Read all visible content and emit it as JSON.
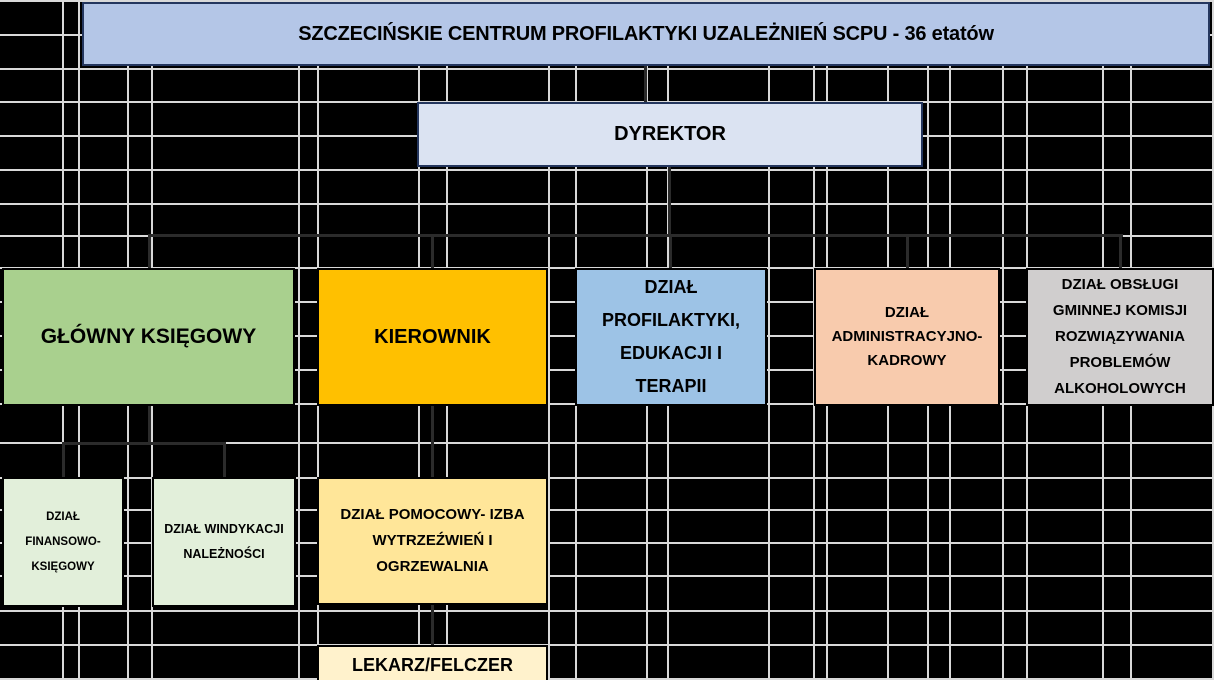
{
  "chart": {
    "root": {
      "label": "SZCZECIŃSKIE CENTRUM PROFILAKTYKI UZALEŻNIEŃ SCPU  - 36 etatów",
      "fill": "title_fill"
    },
    "director": {
      "label": "DYREKTOR",
      "fill": "director_fill"
    },
    "level2": [
      {
        "label": "GŁÓWNY KSIĘGOWY",
        "fill": "green"
      },
      {
        "label": "KIEROWNIK",
        "fill": "orange"
      },
      {
        "label": "DZIAŁ\nPROFILAKTYKI,\nEDUKACJI I\nTERAPII",
        "fill": "blue"
      },
      {
        "label": "DZIAŁ\nADMINISTRACYJNO-\nKADROWY",
        "fill": "peach"
      },
      {
        "label": "DZIAŁ OBSŁUGI\nGMINNEJ KOMISJI\nROZWIĄZYWANIA\nPROBLEMÓW\nALKOHOLOWYCH",
        "fill": "gray"
      }
    ],
    "level3": [
      {
        "label": "DZIAŁ\nFINANSOWO-\nKSIĘGOWY",
        "fill": "lightgreen"
      },
      {
        "label": "DZIAŁ WINDYKACJI\nNALEŻNOŚCI",
        "fill": "lightgreen"
      },
      {
        "label": "DZIAŁ POMOCOWY- IZBA\nWYTRZEŹWIEŃ I\nOGRZEWALNIA",
        "fill": "gold"
      }
    ],
    "level4": [
      {
        "label": "LEKARZ/FELCZER",
        "fill": "paleyellow"
      }
    ]
  },
  "colors": {
    "background": "#000000",
    "gridline": "#d9d9d9",
    "connector": "#2b2b2b",
    "title_fill": "#b4c6e7",
    "director_fill": "#dbe3f2",
    "green": "#a9d08e",
    "orange": "#ffc000",
    "blue": "#9dc3e6",
    "peach": "#f8cbad",
    "gray": "#d0cece",
    "lightgreen": "#e2efda",
    "gold": "#ffe699",
    "paleyellow": "#fff2cc",
    "box_border": "#000000",
    "text": "#000000"
  }
}
